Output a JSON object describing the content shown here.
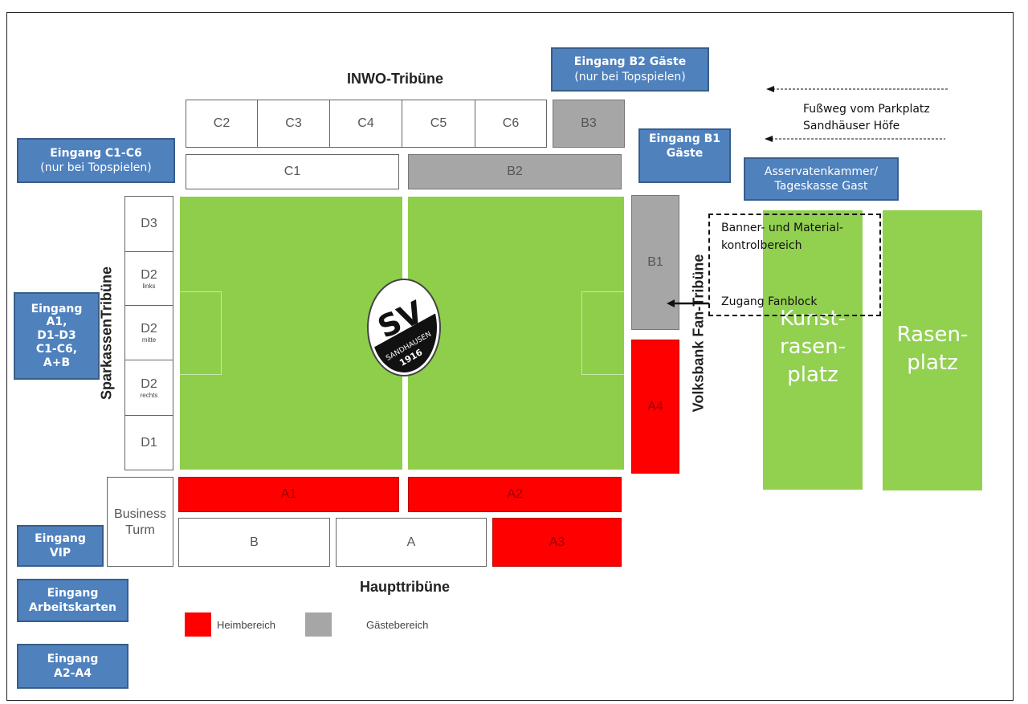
{
  "titles": {
    "north": "INWO-Tribüne",
    "south": "Haupttribüne",
    "west": "SparkassenTribüne",
    "east": "Volksbank Fan-Tribüne"
  },
  "blocks": {
    "C2": "C2",
    "C3": "C3",
    "C4": "C4",
    "C5": "C5",
    "C6": "C6",
    "B3": "B3",
    "C1": "C1",
    "B2": "B2",
    "D3": "D3",
    "D2l": "D2",
    "D2l_sub": "links",
    "D2m": "D2",
    "D2m_sub": "mitte",
    "D2r": "D2",
    "D2r_sub": "rechts",
    "D1": "D1",
    "B1": "B1",
    "A4": "A4",
    "A1": "A1",
    "A2": "A2",
    "B": "B",
    "A": "A",
    "A3": "A3",
    "business1": "Business",
    "business2": "Turm"
  },
  "entrances": {
    "c1c6": {
      "l1": "Eingang C1-C6",
      "l2": "(nur bei Topspielen)"
    },
    "b2": {
      "l1": "Eingang B2 Gäste",
      "l2": "(nur bei Topspielen)"
    },
    "b1": {
      "l1": "Eingang B1",
      "l2": "Gäste"
    },
    "asserv": {
      "l1": "Asservatenkammer/",
      "l2": "Tageskasse Gast"
    },
    "a1": {
      "l1": "Eingang",
      "l2": "A1,",
      "l3": "D1-D3",
      "l4": "C1-C6,",
      "l5": "A+B"
    },
    "vip": {
      "l1": "Eingang",
      "l2": "VIP"
    },
    "arbeit": {
      "l1": "Eingang",
      "l2": "Arbeitskarten"
    },
    "a2a4": {
      "l1": "Eingang",
      "l2": "A2-A4"
    }
  },
  "footpath": {
    "l1": "Fußweg  vom Parkplatz",
    "l2": "Sandhäuser Höfe"
  },
  "control": {
    "l1": "Banner- und Material-",
    "l2": "kontrolbereich",
    "access": "Zugang Fanblock"
  },
  "fields": {
    "kunst1": "Kunst-",
    "kunst2": "rasen-",
    "kunst3": "platz",
    "rasen1": "Rasen-",
    "rasen2": "platz"
  },
  "logo": {
    "sv": "SV",
    "name": "SANDHAUSEN",
    "year": "1916"
  },
  "legend": {
    "home": "Heimbereich",
    "away": "Gästebereich",
    "home_color": "#ff0000",
    "away_color": "#a6a6a6"
  }
}
